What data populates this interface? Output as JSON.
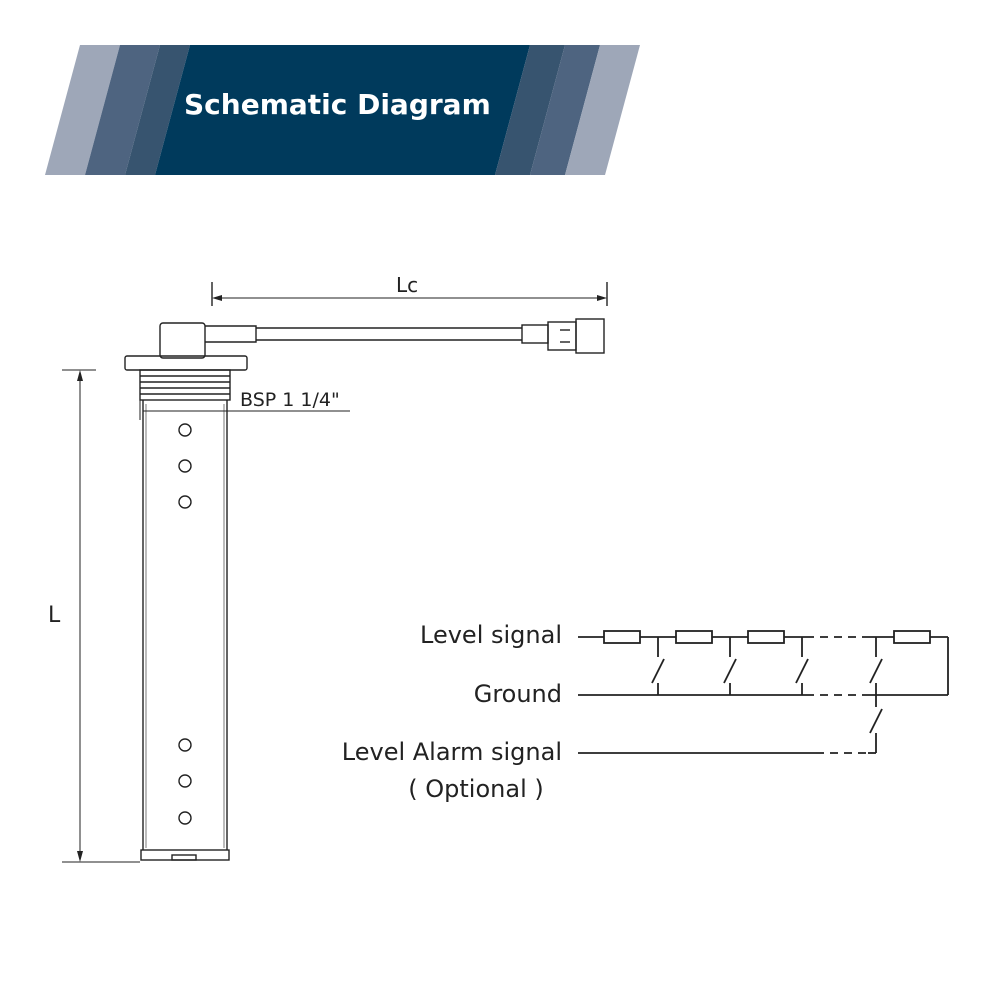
{
  "title": "Schematic Diagram",
  "colors": {
    "banner_dark": "#003a5c",
    "banner_mid": "#37546f",
    "banner_light": "#9ea7b8",
    "line": "#222222"
  },
  "dimensions": {
    "cable_length": "Lc",
    "probe_length": "L",
    "thread": "BSP 1 1/4\""
  },
  "circuit": {
    "level_signal": "Level signal",
    "ground": "Ground",
    "alarm_signal": "Level Alarm signal",
    "optional": "( Optional )"
  }
}
